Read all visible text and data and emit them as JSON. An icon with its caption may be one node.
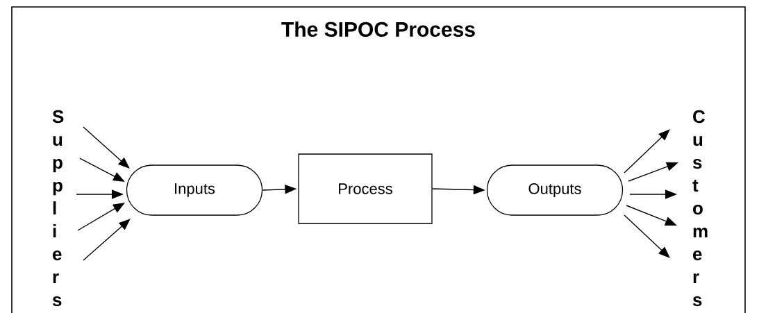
{
  "diagram": {
    "title": "The SIPOC Process",
    "nodes": [
      {
        "text": [
          "Suppliers"
        ]
      },
      {
        "text": [
          "Inputs"
        ]
      },
      {
        "text": [
          "Process"
        ]
      },
      {
        "text": [
          "Outputs"
        ]
      },
      {
        "text": [
          "Customers"
        ]
      }
    ],
    "edges": [
      {
        "from": 0,
        "to": 1,
        "arrow": "to"
      },
      {
        "from": 0,
        "to": 1,
        "arrow": "to"
      },
      {
        "from": 0,
        "to": 1,
        "arrow": "to"
      },
      {
        "from": 0,
        "to": 1,
        "arrow": "to"
      },
      {
        "from": 0,
        "to": 1,
        "arrow": "to"
      },
      {
        "from": 1,
        "to": 2,
        "arrow": "to"
      },
      {
        "from": 2,
        "to": 3,
        "arrow": "to"
      },
      {
        "from": 3,
        "to": 4,
        "arrow": "to"
      },
      {
        "from": 3,
        "to": 4,
        "arrow": "to"
      },
      {
        "from": 3,
        "to": 4,
        "arrow": "to"
      },
      {
        "from": 3,
        "to": 4,
        "arrow": "to"
      },
      {
        "from": 3,
        "to": 4,
        "arrow": "to"
      }
    ]
  }
}
